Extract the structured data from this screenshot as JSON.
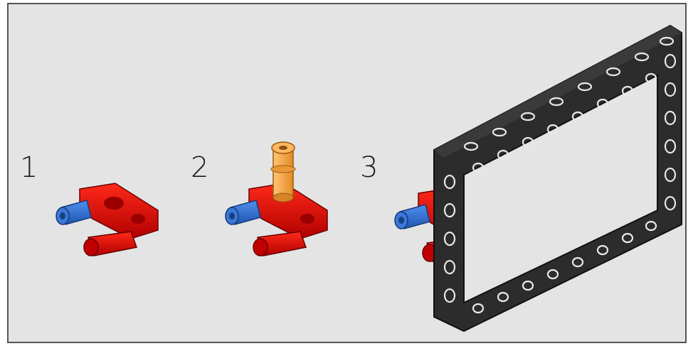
{
  "steps": [
    {
      "number": "1",
      "parts": [
        "connector-red",
        "axle-pin-blue",
        "pin-red"
      ]
    },
    {
      "number": "2",
      "parts": [
        "connector-red",
        "axle-pin-blue",
        "pin-red",
        "pin-tan"
      ]
    },
    {
      "number": "3",
      "parts": [
        "connector-red",
        "axle-pin-blue",
        "pin-red",
        "frame-black"
      ]
    }
  ],
  "colors": {
    "background": "#e4e4e4",
    "border": "#555555",
    "red": "#d40000",
    "red_dark": "#8a0000",
    "blue": "#2e6fcf",
    "blue_dark": "#1a3f80",
    "tan": "#f3a54a",
    "frame": "#2a2a2a",
    "frame_hole": "#e8e8e8"
  }
}
